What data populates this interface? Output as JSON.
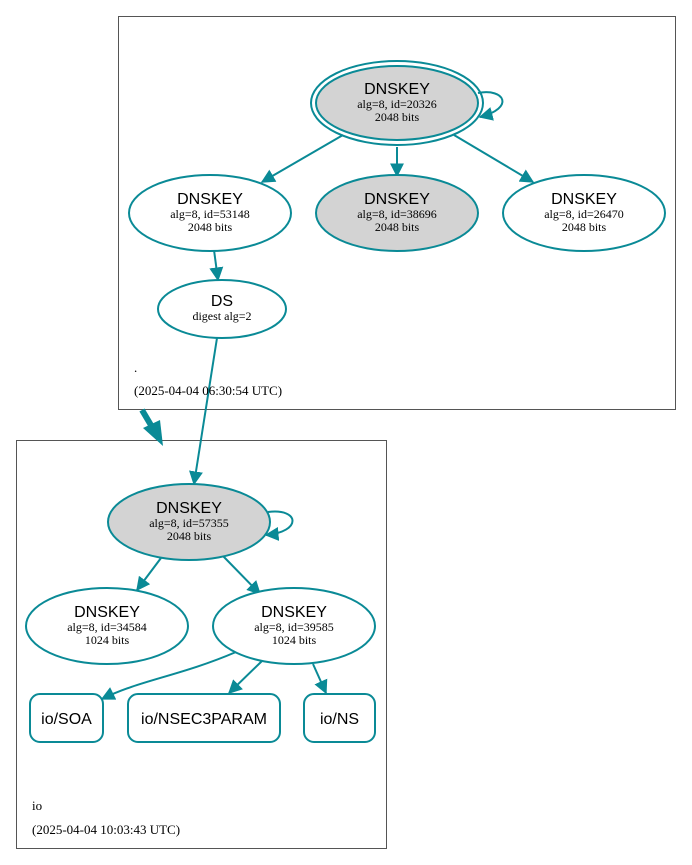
{
  "colors": {
    "edge": "#0a8a96",
    "filled": "#d3d3d3",
    "border": "#555555"
  },
  "zones": {
    "root": {
      "name": ".",
      "timestamp": "(2025-04-04 06:30:54 UTC)"
    },
    "io": {
      "name": "io",
      "timestamp": "(2025-04-04 10:03:43 UTC)"
    }
  },
  "nodes": {
    "root_ksk": {
      "title": "DNSKEY",
      "line1": "alg=8, id=20326",
      "line2": "2048 bits"
    },
    "root_zsk1": {
      "title": "DNSKEY",
      "line1": "alg=8, id=53148",
      "line2": "2048 bits"
    },
    "root_zsk2": {
      "title": "DNSKEY",
      "line1": "alg=8, id=38696",
      "line2": "2048 bits"
    },
    "root_zsk3": {
      "title": "DNSKEY",
      "line1": "alg=8, id=26470",
      "line2": "2048 bits"
    },
    "ds": {
      "title": "DS",
      "line1": "digest alg=2"
    },
    "io_ksk": {
      "title": "DNSKEY",
      "line1": "alg=8, id=57355",
      "line2": "2048 bits"
    },
    "io_zsk1": {
      "title": "DNSKEY",
      "line1": "alg=8, id=34584",
      "line2": "1024 bits"
    },
    "io_zsk2": {
      "title": "DNSKEY",
      "line1": "alg=8, id=39585",
      "line2": "1024 bits"
    },
    "io_soa": {
      "title": "io/SOA"
    },
    "io_nsec3param": {
      "title": "io/NSEC3PARAM"
    },
    "io_ns": {
      "title": "io/NS"
    }
  }
}
